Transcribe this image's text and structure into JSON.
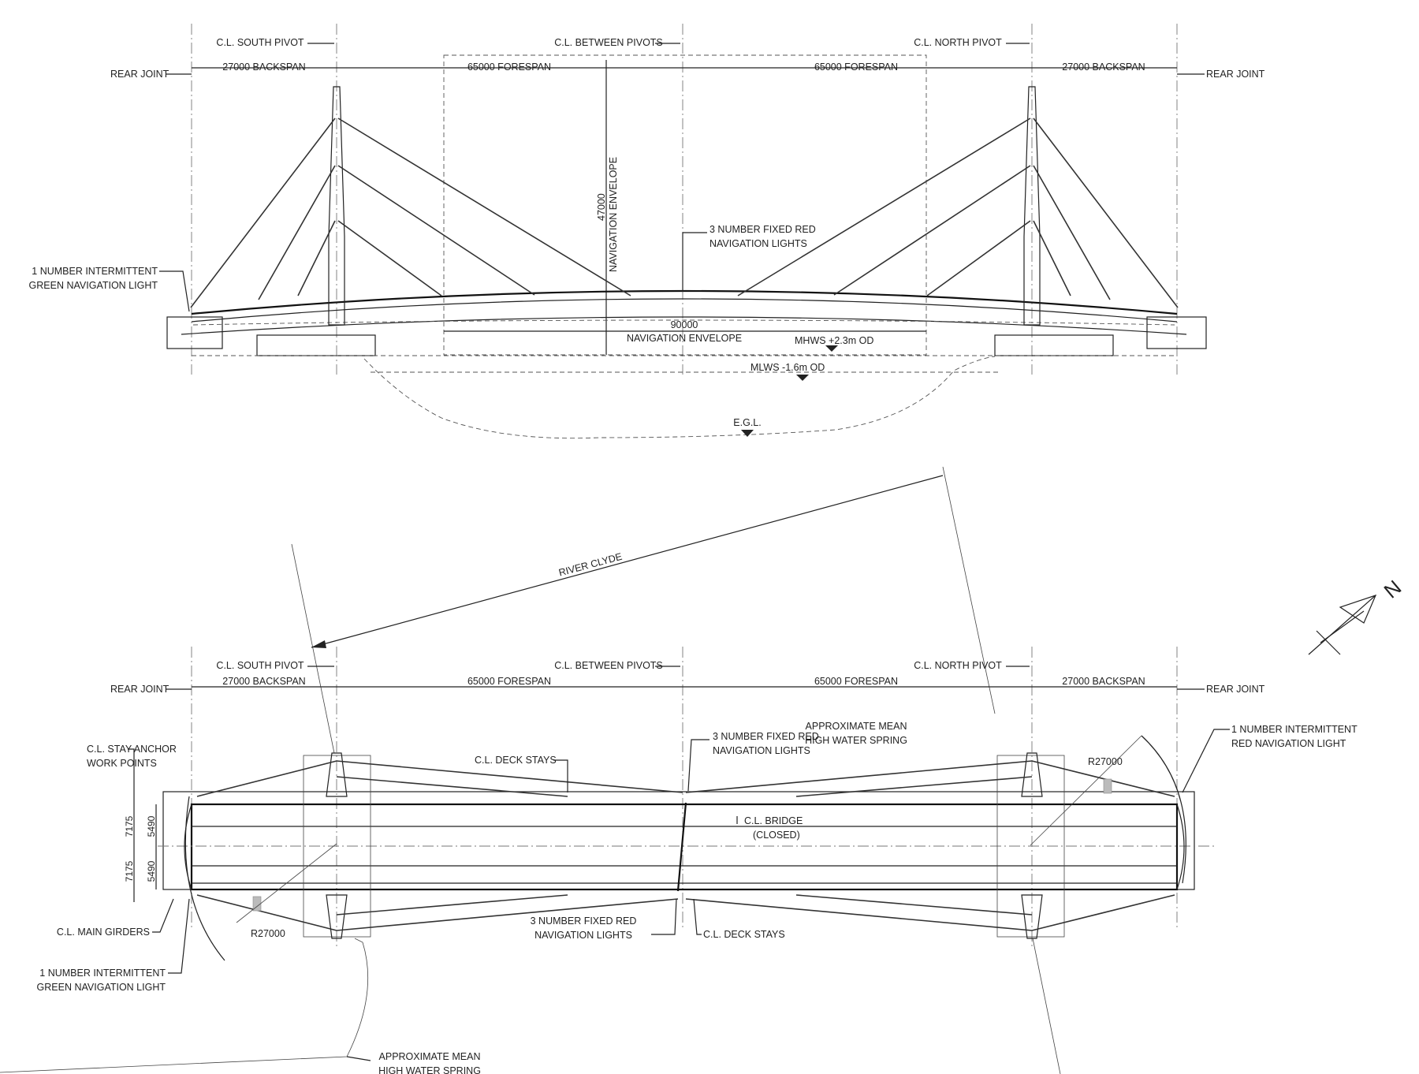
{
  "elevation": {
    "cl_south_pivot": "C.L. SOUTH PIVOT",
    "cl_between_pivots": "C.L. BETWEEN PIVOTS",
    "cl_north_pivot": "C.L. NORTH PIVOT",
    "rear_joint_left": "REAR JOINT",
    "rear_joint_right": "REAR JOINT",
    "backspan_left": "27000 BACKSPAN",
    "forespan_left": "65000 FORESPAN",
    "forespan_right": "65000 FORESPAN",
    "backspan_right": "27000 BACKSPAN",
    "nav_height_value": "47000",
    "nav_height_label": "NAVIGATION ENVELOPE",
    "red_lights_1": "3 NUMBER FIXED RED",
    "red_lights_2": "NAVIGATION LIGHTS",
    "green_light_1": "1 NUMBER INTERMITTENT",
    "green_light_2": "GREEN NAVIGATION LIGHT",
    "nav_width_value": "90000",
    "nav_width_label": "NAVIGATION ENVELOPE",
    "mhws": "MHWS +2.3m OD",
    "mlws": "MLWS -1.6m OD",
    "egl": "E.G.L."
  },
  "plan": {
    "river": "RIVER CLYDE",
    "cl_south_pivot": "C.L. SOUTH PIVOT",
    "cl_between_pivots": "C.L. BETWEEN PIVOTS",
    "cl_north_pivot": "C.L. NORTH PIVOT",
    "rear_joint_left": "REAR JOINT",
    "rear_joint_right": "REAR JOINT",
    "backspan_left": "27000 BACKSPAN",
    "forespan_left": "65000 FORESPAN",
    "forespan_right": "65000 FORESPAN",
    "backspan_right": "27000 BACKSPAN",
    "approx_mean_top_1": "APPROXIMATE MEAN",
    "approx_mean_top_2": "HIGH WATER SPRING",
    "red_lights_top_1": "3 NUMBER FIXED RED",
    "red_lights_top_2": "NAVIGATION LIGHTS",
    "red_int_1": "1 NUMBER INTERMITTENT",
    "red_int_2": "RED NAVIGATION LIGHT",
    "stay_anchor_1": "C.L. STAY ANCHOR",
    "stay_anchor_2": "WORK POINTS",
    "deck_stays_top": "C.L. DECK STAYS",
    "r27000_right": "R27000",
    "dim_7175_top": "7175",
    "dim_5490_top": "5490",
    "dim_7175_bottom": "7175",
    "dim_5490_bottom": "5490",
    "cl_bridge_1": "C.L. BRIDGE",
    "cl_bridge_2": "(CLOSED)",
    "main_girders": "C.L. MAIN GIRDERS",
    "r27000_left": "R27000",
    "red_lights_bot_1": "3 NUMBER FIXED RED",
    "red_lights_bot_2": "NAVIGATION LIGHTS",
    "deck_stays_bottom": "C.L. DECK STAYS",
    "green_light_1": "1 NUMBER INTERMITTENT",
    "green_light_2": "GREEN NAVIGATION LIGHT",
    "approx_mean_bot_1": "APPROXIMATE MEAN",
    "approx_mean_bot_2": "HIGH WATER SPRING",
    "north": "N"
  }
}
